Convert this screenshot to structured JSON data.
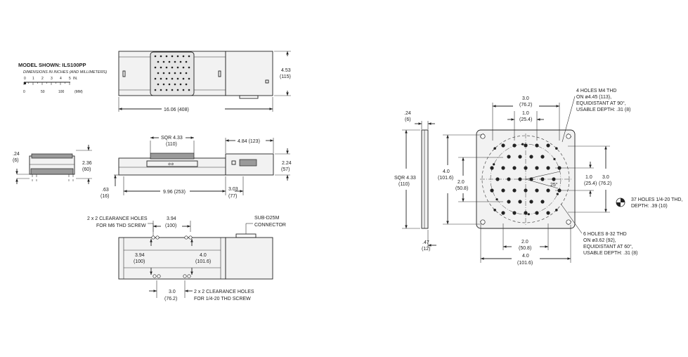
{
  "header": {
    "title": "MODEL SHOWN: ILS100PP",
    "subtitle": "DIMENSIONS IN INCHES (AND MILLIMETERS)"
  },
  "scale_bar": {
    "inch_ticks": [
      "0",
      "1",
      "2",
      "3",
      "4",
      "5"
    ],
    "inch_unit": "IN.",
    "mm_ticks": [
      "0",
      "50",
      "100"
    ],
    "mm_unit": "(MM)"
  },
  "top_view": {
    "height_in": "4.53",
    "height_mm": "(115)",
    "length": "16.06 (408)"
  },
  "end_view": {
    "height_in": ".24",
    "height_mm": "(6)",
    "total_in": "2.36",
    "total_mm": "(60)"
  },
  "side_view": {
    "sqr_in": "SQR 4.33",
    "sqr_mm": "(110)",
    "motor_len": "4.84 (123)",
    "height_in": "2.24",
    "height_mm": "(57)",
    "base_in": ".63",
    "base_mm": "(16)",
    "span": "9.96 (253)",
    "offset_in": "3.03",
    "offset_mm": "(77)"
  },
  "bottom_view": {
    "m6_holes_l1": "2 x 2 CLEARANCE HOLES",
    "m6_holes_l2": "FOR M6 THD SCREW",
    "spacing_top_in": "3.94",
    "spacing_top_mm": "(100)",
    "spacing_left_in": "3.94",
    "spacing_left_mm": "(100)",
    "spacing_right_in": "4.0",
    "spacing_right_mm": "(101.6)",
    "connector_l1": "SUB-D25M",
    "connector_l2": "CONNECTOR",
    "spacing_bot_in": "3.0",
    "spacing_bot_mm": "(76.2)",
    "quarter_holes_l1": "2 x 2 CLEARANCE HOLES",
    "quarter_holes_l2": "FOR 1/4-20 THD SCREW"
  },
  "carriage_view": {
    "thickness_in": ".24",
    "thickness_mm": "(6)",
    "sqr_in": "SQR 4.33",
    "sqr_mm": "(110)",
    "span4_in": "4.0",
    "span4_mm": "(101.6)",
    "span2_in": "2.0",
    "span2_mm": "(50.8)",
    "top3_in": "3.0",
    "top3_mm": "(76.2)",
    "top1_in": "1.0",
    "top1_mm": "(25.4)",
    "r1_in": "1.0",
    "r1_mm": "(25.4)",
    "r3_in": "3.0",
    "r3_mm": "(76.2)",
    "angle": "25°",
    "bot2_in": "2.0",
    "bot2_mm": "(50.8)",
    "bot4_in": "4.0",
    "bot4_mm": "(101.6)",
    "offset_in": ".47",
    "offset_mm": "(12)",
    "m4_l1": "4 HOLES M4 THD",
    "m4_l2": "ON ø4.45 (113),",
    "m4_l3": "EQUIDISTANT AT 90°,",
    "m4_l4": "USABLE DEPTH: .31 (8)",
    "h37_l1": "37 HOLES 1/4-20 THD,",
    "h37_l2": "DEPTH: .39 (10)",
    "h6_l1": "6 HOLES 8-32 THD",
    "h6_l2": "ON ø3.62 (92),",
    "h6_l3": "EQUIDISTANT AT 60°,",
    "h6_l4": "USABLE DEPTH: .31 (8)"
  }
}
